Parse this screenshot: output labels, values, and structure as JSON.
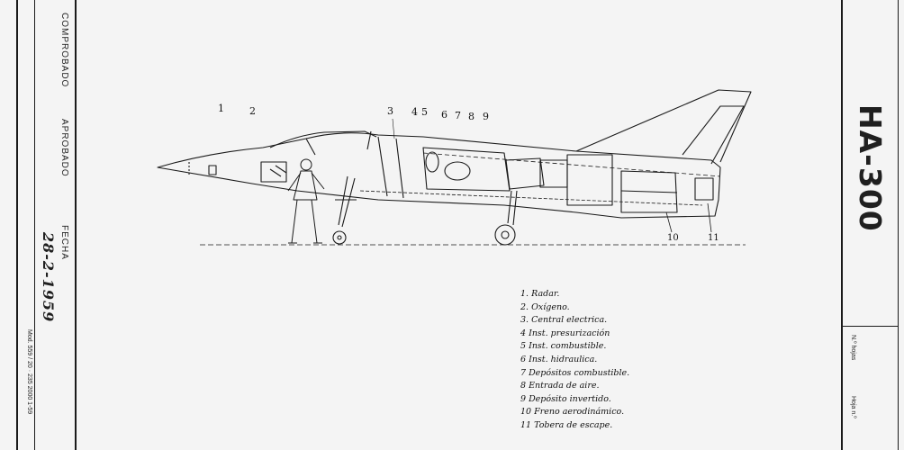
{
  "left_block": {
    "comprobado": "COMPROBADO",
    "aprobado": "APROBADO",
    "fecha": "FECHA",
    "date": "28-2-1959",
    "margin_note": "Mod. 559 / 20 · 235 2000 1-59"
  },
  "right_block": {
    "model": "HA-300",
    "n_hojas": "N.º hojas",
    "hoja_n": "Hoja n.º"
  },
  "callouts": [
    "1",
    "2",
    "3",
    "4",
    "5",
    "6",
    "7",
    "8",
    "9",
    "10",
    "11"
  ],
  "legend": [
    "1. Radar.",
    "2. Oxígeno.",
    "3. Central electrica.",
    "4 Inst. presurización",
    "5 Inst. combustible.",
    "6 Inst. hidraulica.",
    "7 Depósitos combustible.",
    "8 Entrada de aire.",
    "9 Depósito invertido.",
    "10 Freno aerodinámico.",
    "11 Tobera de escape."
  ],
  "colors": {
    "paper": "#f4f4f4",
    "ink": "#1a1a1a"
  }
}
